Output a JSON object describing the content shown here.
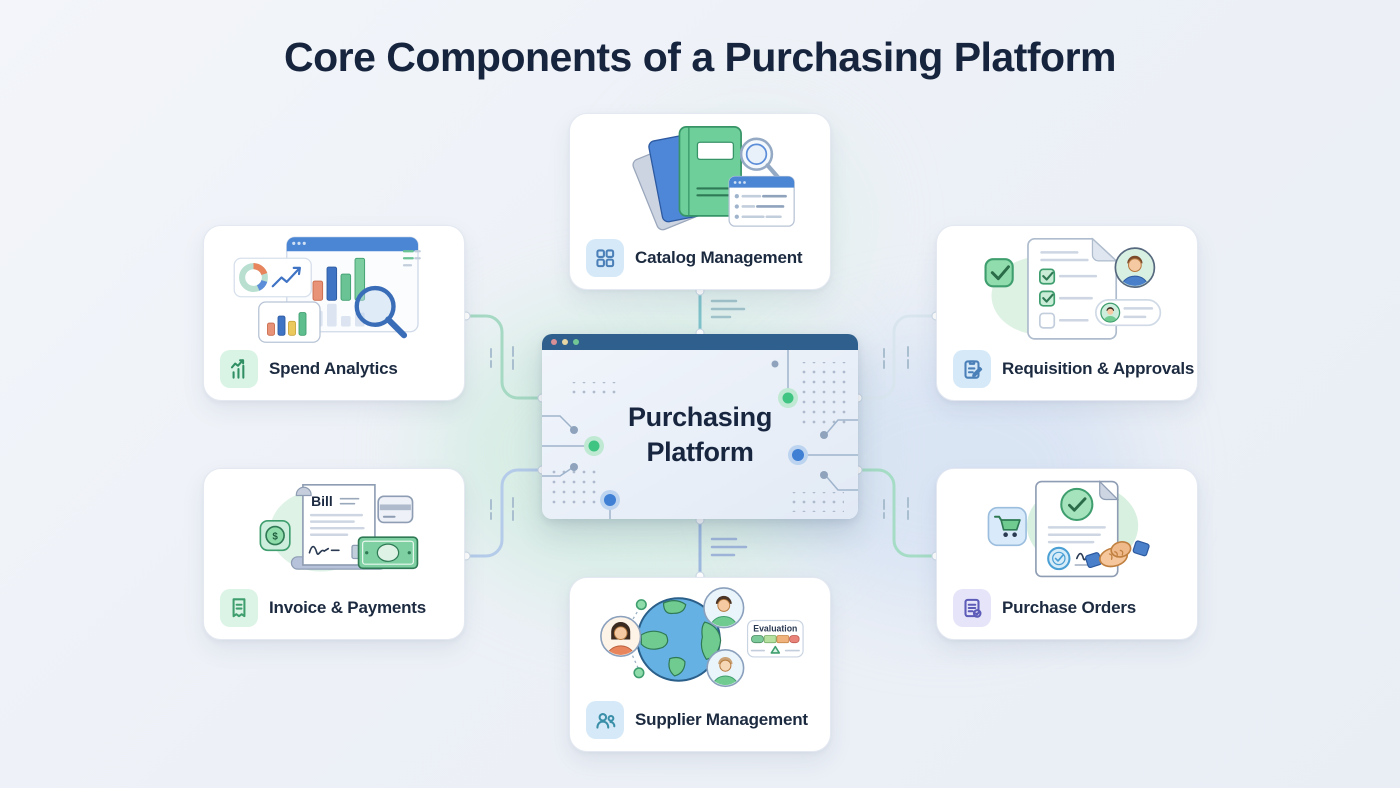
{
  "title": "Core Components of a Purchasing Platform",
  "center": {
    "name_line1": "Purchasing",
    "name_line2": "Platform",
    "window_controls": [
      "red-dot",
      "yellow-dot",
      "green-dot"
    ]
  },
  "cards": {
    "spend_analytics": {
      "label": "Spend Analytics",
      "icon": "bar-chart-growth-icon"
    },
    "catalog_management": {
      "label": "Catalog Management",
      "icon": "grid-apps-icon"
    },
    "requisition_approvals": {
      "label": "Requisition & Approvals",
      "icon": "clipboard-pencil-icon"
    },
    "invoice_payments": {
      "label": "Invoice & Payments",
      "icon": "receipt-icon",
      "bill_title": "Bill",
      "coin_symbol": "$"
    },
    "purchase_orders": {
      "label": "Purchase Orders",
      "icon": "document-badge-icon"
    },
    "supplier_management": {
      "label": "Supplier Management",
      "icon": "people-icon",
      "evaluation_label": "Evaluation"
    }
  },
  "colors": {
    "page_background": "#edf1f7",
    "title_text": "#16243d",
    "card_background": "#ffffff",
    "card_border": "#e3e8f1",
    "label_text": "#1c2a40",
    "center_window_header": "#2f5f8c",
    "accent_green": "#4ec98a",
    "accent_blue": "#4a86d4",
    "traffic_light_dots": [
      "#d98f96",
      "#e6d6a3",
      "#72c795"
    ]
  }
}
